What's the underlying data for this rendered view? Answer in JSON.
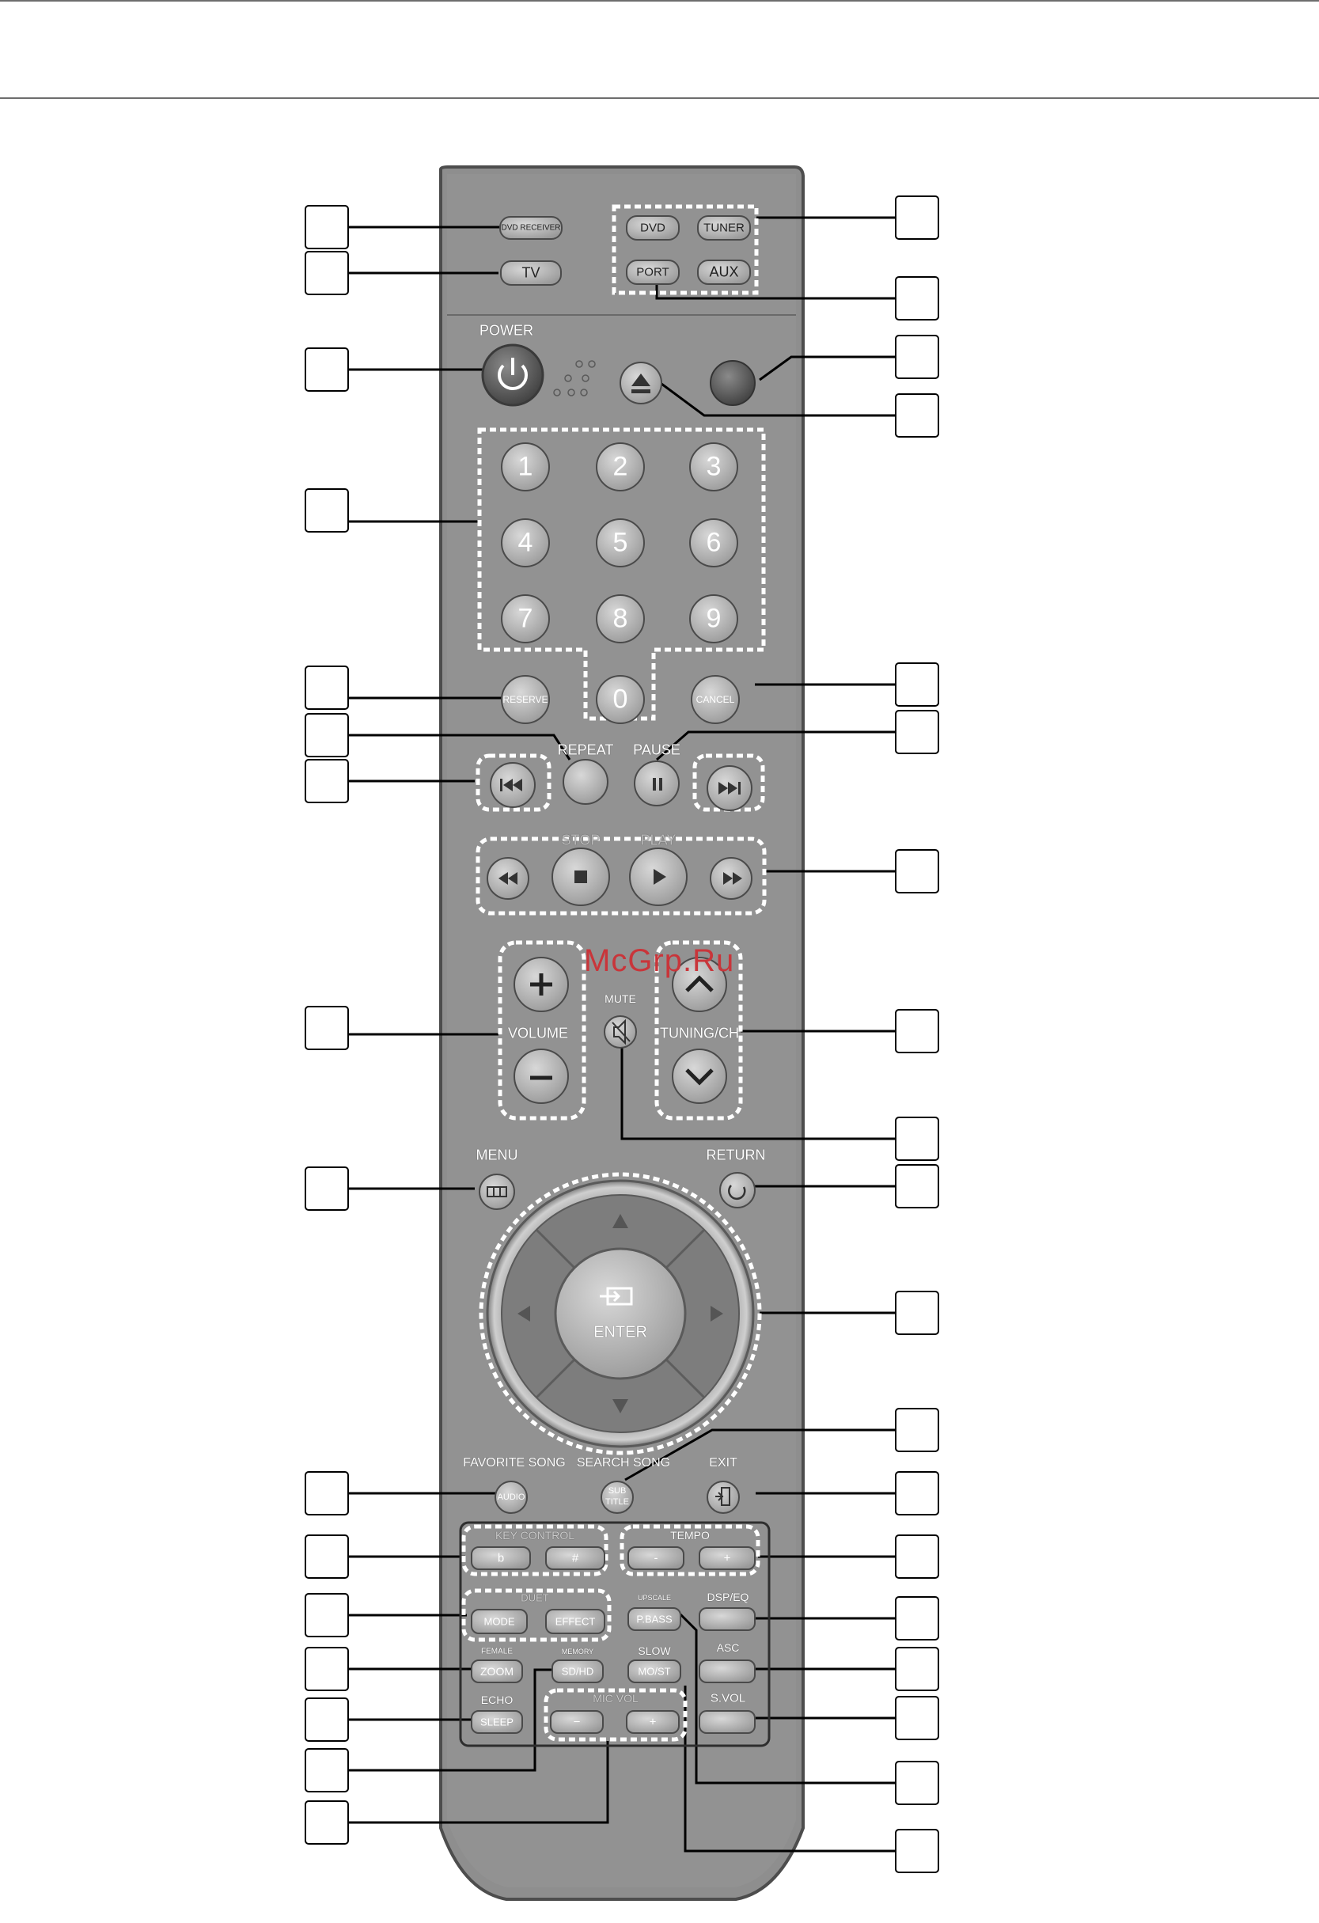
{
  "colors": {
    "body": "#8e8e8e",
    "body_edge": "#6a6a6a",
    "button": "#b9b9b9",
    "button_dark": "#5f5f5f",
    "watermark": "#c9353a"
  },
  "watermark": "McGrp.Ru",
  "mode_buttons": {
    "dvd_receiver": "DVD RECEIVER",
    "tv": "TV",
    "dvd": "DVD",
    "tuner": "TUNER",
    "port": "PORT",
    "aux": "AUX"
  },
  "power": {
    "label": "POWER",
    "icon": "power-icon"
  },
  "eject": {
    "icon": "eject-icon"
  },
  "numbers": [
    "1",
    "2",
    "3",
    "4",
    "5",
    "6",
    "7",
    "8",
    "9",
    "0"
  ],
  "reserve": "RESERVE",
  "cancel": "CANCEL",
  "repeat": "REPEAT",
  "pause": {
    "label": "PAUSE",
    "icon": "pause-icon"
  },
  "stop": "STOP",
  "play": "PLAY",
  "volume": {
    "label": "VOLUME",
    "plus": "+",
    "minus": "−"
  },
  "mute": "MUTE",
  "tuning": "TUNING/CH",
  "menu": "MENU",
  "return": "RETURN",
  "enter": "ENTER",
  "favorite_song": "FAVORITE SONG",
  "audio": "AUDIO",
  "search_song": "SEARCH SONG",
  "subtitle": [
    "SUB",
    "TITLE"
  ],
  "exit": "EXIT",
  "key_control": {
    "label": "KEY CONTROL",
    "flat": "b",
    "sharp": "#"
  },
  "tempo": {
    "label": "TEMPO",
    "minus": "-",
    "plus": "+"
  },
  "duet": {
    "label": "DUET",
    "mode": "MODE",
    "effect": "EFFECT"
  },
  "upscale": "UPSCALE",
  "p_bass": "P.BASS",
  "dsp_eq": "DSP/EQ",
  "male_female": "FEMALE",
  "zoom": "ZOOM",
  "tuner_memory": "MEMORY",
  "sd_hd": "SD/HD",
  "slow": "SLOW",
  "mo_st": "MO/ST",
  "asc": "ASC",
  "echo": "ECHO",
  "sleep": "SLEEP",
  "mic_vol": {
    "label": "MIC VOL",
    "minus": "−",
    "plus": "+"
  },
  "s_vol": "S.VOL"
}
